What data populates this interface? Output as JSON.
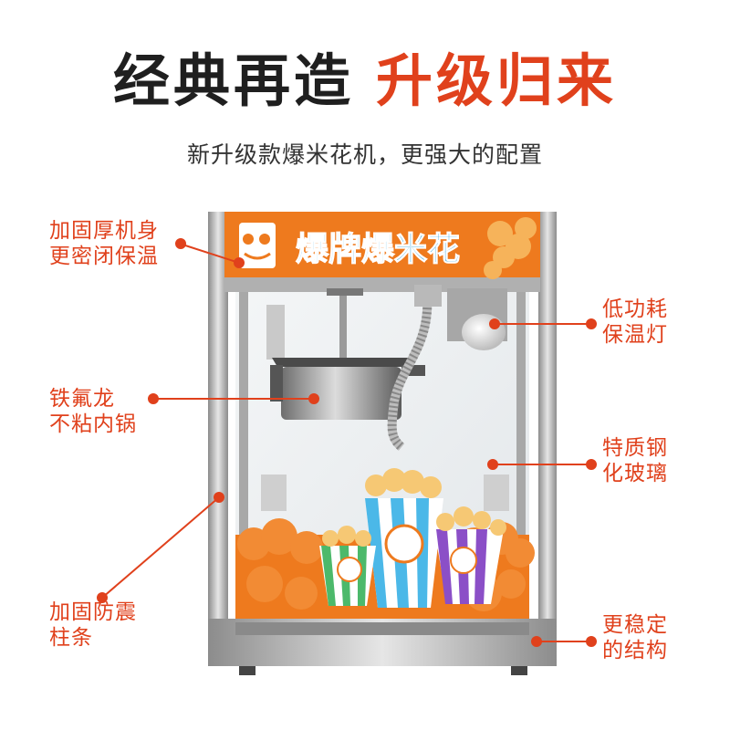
{
  "headline": {
    "part1": "经典再造",
    "part2": "升级归来",
    "accent_color": "#e0411c"
  },
  "subhead": "新升级款爆米花机，更强大的配置",
  "sign": {
    "text": "爆牌爆米花",
    "background": "#ee7a1e"
  },
  "callouts": {
    "body": {
      "line1": "加固厚机身",
      "line2": "更密闭保温"
    },
    "pot": {
      "line1": "铁氟龙",
      "line2": "不粘内锅"
    },
    "pillar": {
      "line1": "加固防震",
      "line2": "柱条"
    },
    "lamp": {
      "line1": "低功耗",
      "line2": "保温灯"
    },
    "glass": {
      "line1": "特质钢",
      "line2": "化玻璃"
    },
    "structure": {
      "line1": "更稳定",
      "line2": "的结构"
    }
  }
}
